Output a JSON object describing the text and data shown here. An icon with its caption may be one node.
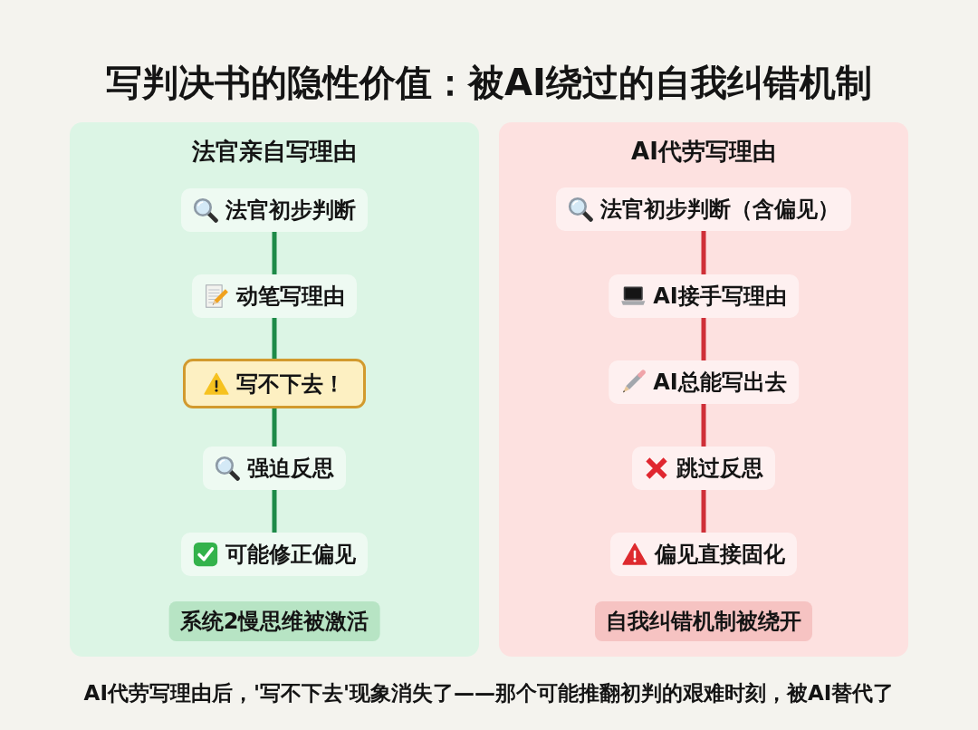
{
  "diagram": {
    "title": "写判决书的隐性价值：被AI绕过的自我纠错机制",
    "caption": "AI代劳写理由后，'写不下去'现象消失了——那个可能推翻初判的艰难时刻，被AI替代了",
    "nodes": [
      {
        "text": [
          "法官亲自写理由"
        ]
      },
      {
        "text": [
          "法官初步判断"
        ],
        "in": 0
      },
      {
        "text": [
          "动笔写理由"
        ],
        "in": 0
      },
      {
        "text": [
          "写不下去！"
        ],
        "in": 0
      },
      {
        "text": [
          "强迫反思"
        ],
        "in": 0
      },
      {
        "text": [
          "可能修正偏见"
        ],
        "in": 0
      },
      {
        "text": [
          "系统2慢思维被激活"
        ],
        "in": 0
      },
      {
        "text": [
          "AI代劳写理由"
        ]
      },
      {
        "text": [
          "法官初步判断（含偏见）"
        ],
        "in": 7
      },
      {
        "text": [
          "AI接手写理由"
        ],
        "in": 7
      },
      {
        "text": [
          "AI总能写出去"
        ],
        "in": 7
      },
      {
        "text": [
          "跳过反思"
        ],
        "in": 7
      },
      {
        "text": [
          "偏见直接固化"
        ],
        "in": 7
      },
      {
        "text": [
          "自我纠错机制被绕开"
        ],
        "in": 7
      }
    ],
    "edges": [
      {
        "from": 1,
        "to": 2,
        "arrow": "none",
        "color": "#1e8a48"
      },
      {
        "from": 2,
        "to": 3,
        "arrow": "none",
        "color": "#1e8a48"
      },
      {
        "from": 3,
        "to": 4,
        "arrow": "none",
        "color": "#1e8a48"
      },
      {
        "from": 4,
        "to": 5,
        "arrow": "none",
        "color": "#1e8a48"
      },
      {
        "from": 8,
        "to": 9,
        "arrow": "none",
        "color": "#cf2f38"
      },
      {
        "from": 9,
        "to": 10,
        "arrow": "none",
        "color": "#cf2f38"
      },
      {
        "from": 10,
        "to": 11,
        "arrow": "none",
        "color": "#cf2f38"
      },
      {
        "from": 11,
        "to": 12,
        "arrow": "none",
        "color": "#cf2f38"
      }
    ]
  }
}
